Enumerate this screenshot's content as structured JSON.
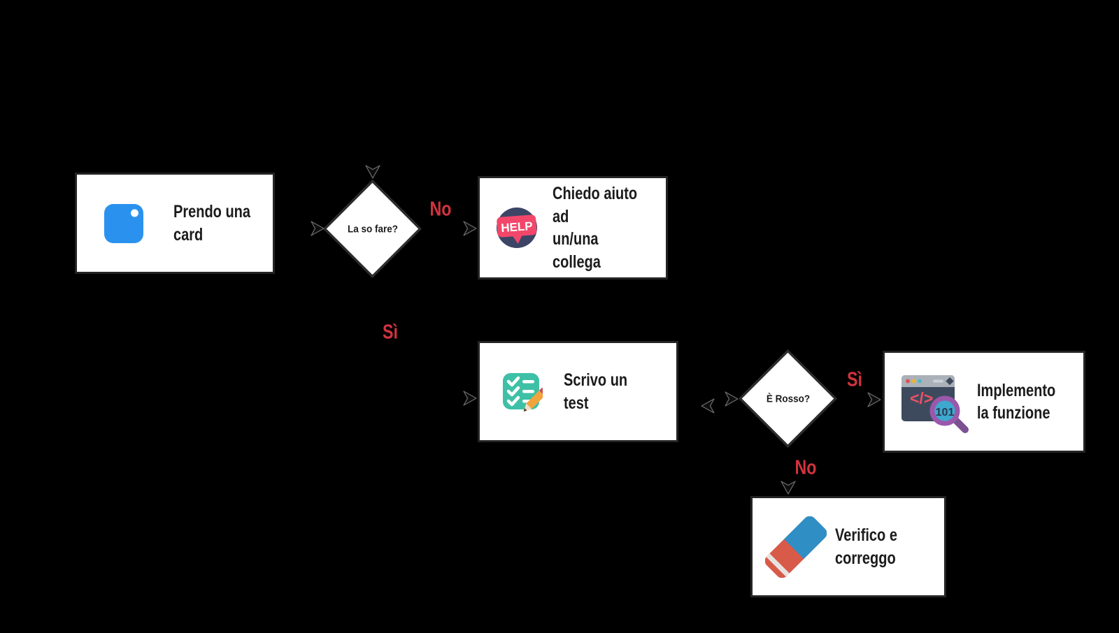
{
  "diagram": {
    "description": "Flowchart (Italian) of a TDD-style card workflow on black background"
  },
  "nodes": {
    "prendo": {
      "type": "process",
      "label": "Prendo una\ncard",
      "icon": "card-icon"
    },
    "la_so_fare": {
      "type": "decision",
      "label": "La so fare?"
    },
    "chiedo": {
      "type": "process",
      "label": "Chiedo aiuto ad\nun/una collega",
      "icon": "help-icon"
    },
    "scrivo": {
      "type": "process",
      "label": "Scrivo un test",
      "icon": "checklist-icon"
    },
    "e_rosso": {
      "type": "decision",
      "label": "È Rosso?"
    },
    "implemento": {
      "type": "process",
      "label": "Implemento\nla funzione",
      "icon": "code-window-icon"
    },
    "verifico": {
      "type": "process",
      "label": "Verifico e\ncorreggo",
      "icon": "eraser-icon"
    }
  },
  "edge_labels": {
    "no1": "No",
    "si1": "Sì",
    "si2": "Sì",
    "no2": "No"
  },
  "icon_text": {
    "help_bubble": "HELP",
    "magnifier_number": "101"
  },
  "colors": {
    "background": "#000000",
    "box_bg": "#ffffff",
    "box_border": "#242424",
    "text": "#1b1b1b",
    "accent_red": "#d2333f",
    "card_blue": "#2a92ee",
    "help_navy": "#3d4566",
    "help_pink": "#f2476a",
    "checklist_teal": "#3ec0a6",
    "pencil_orange": "#f2a33c",
    "pencil_band_red": "#c94f52",
    "window_body_navy": "#3d4a5e",
    "window_bar_gray": "#aab1b9",
    "code_red": "#ef5064",
    "magnifier_ring_purple": "#9a58ab",
    "magnifier_lens_blue": "#3da9cf",
    "eraser_red": "#d85a49",
    "eraser_blue": "#2f8fc5"
  }
}
